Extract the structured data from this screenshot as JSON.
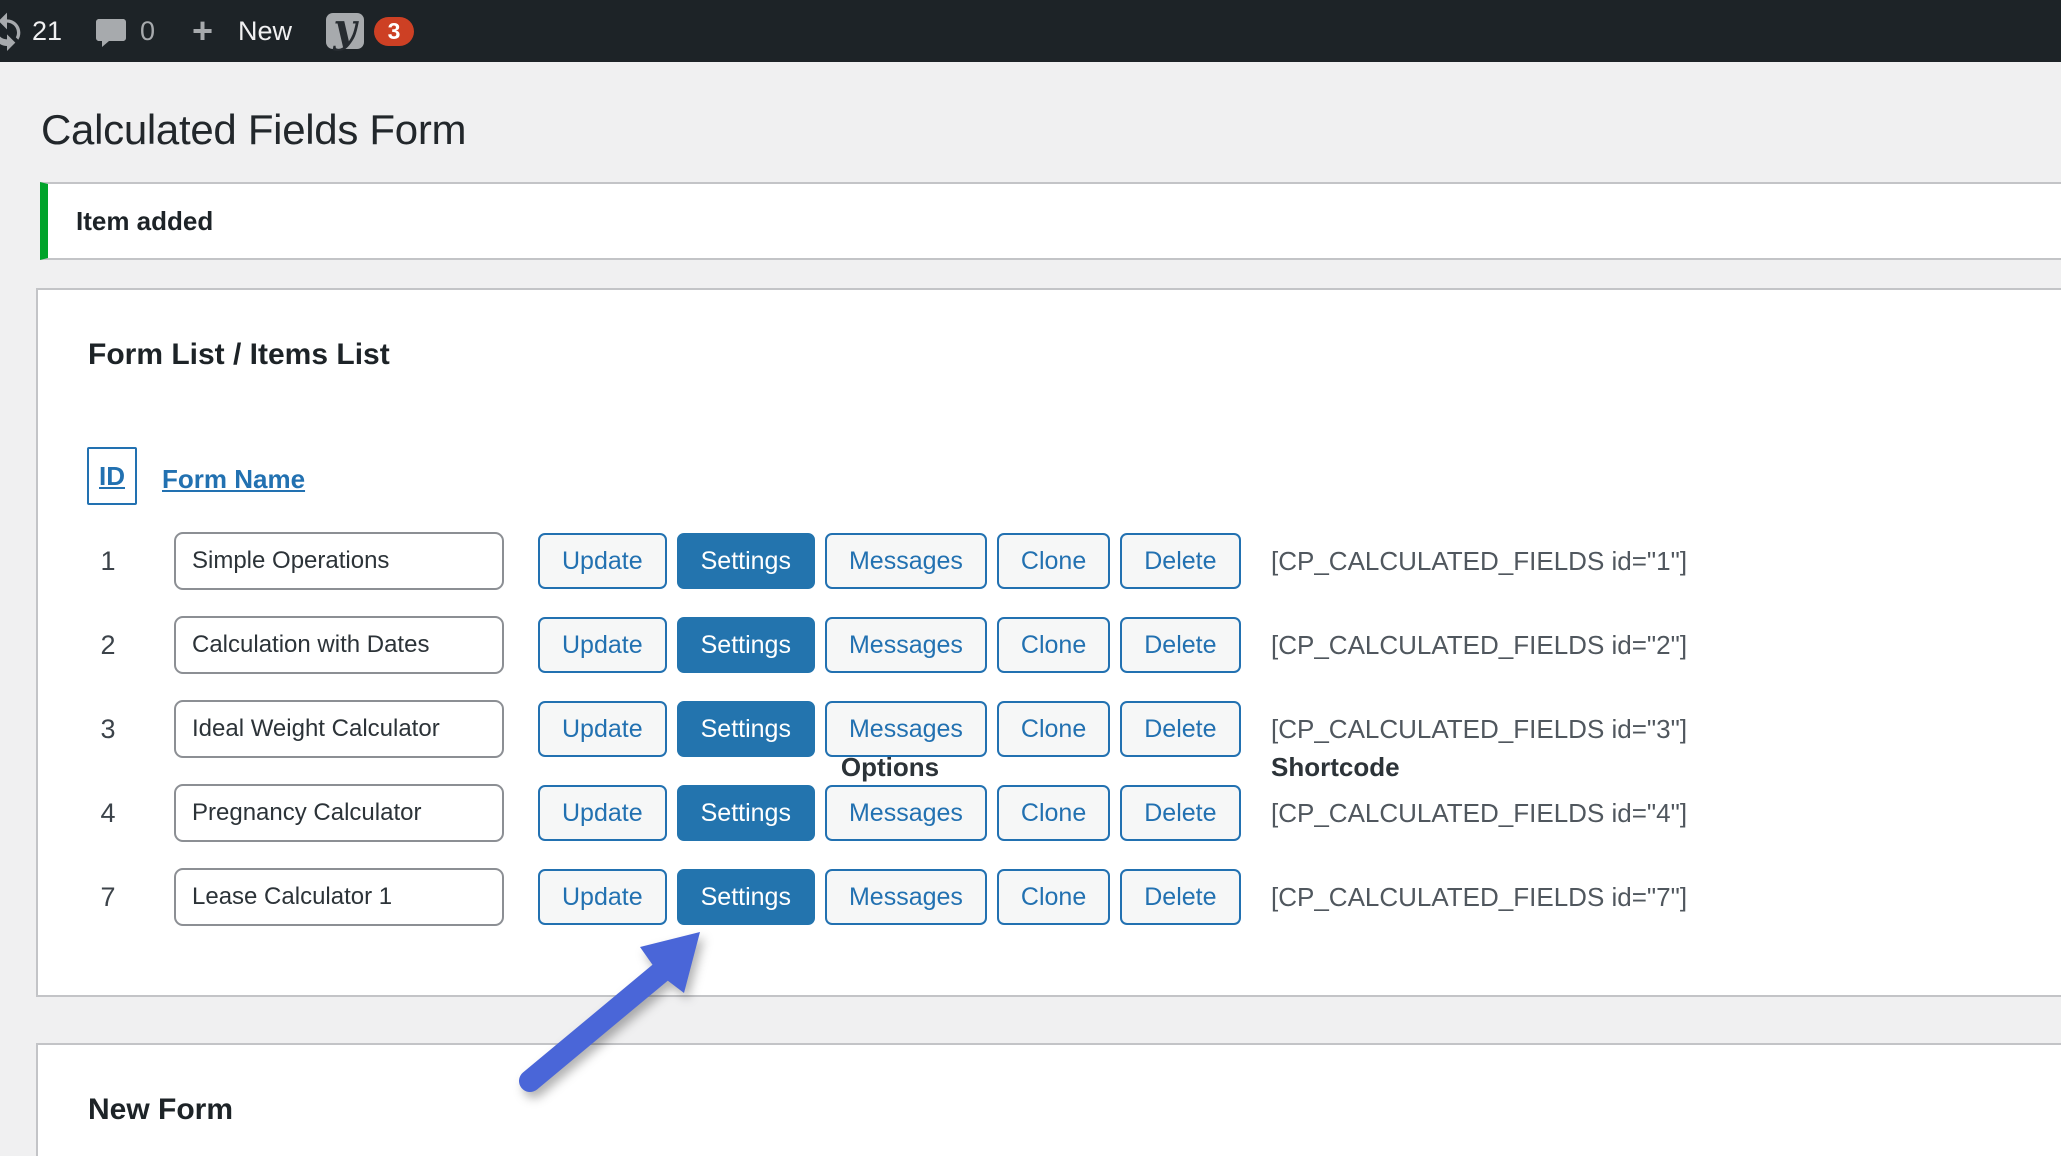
{
  "admin_bar": {
    "updates_count": "21",
    "comments_count": "0",
    "plus_glyph": "+",
    "new_label": "New",
    "yoast_glyph": "y",
    "yoast_badge": "3"
  },
  "page": {
    "title": "Calculated Fields Form",
    "notice_text": "Item added"
  },
  "form_list": {
    "heading": "Form List / Items List",
    "columns": {
      "id": "ID",
      "form_name": "Form Name",
      "options": "Options",
      "shortcode": "Shortcode"
    },
    "button_labels": [
      "Update",
      "Settings",
      "Messages",
      "Clone",
      "Delete"
    ],
    "rows": [
      {
        "id": "1",
        "name": "Simple Operations",
        "shortcode": "[CP_CALCULATED_FIELDS id=\"1\"]"
      },
      {
        "id": "2",
        "name": "Calculation with Dates",
        "shortcode": "[CP_CALCULATED_FIELDS id=\"2\"]"
      },
      {
        "id": "3",
        "name": "Ideal Weight Calculator",
        "shortcode": "[CP_CALCULATED_FIELDS id=\"3\"]"
      },
      {
        "id": "4",
        "name": "Pregnancy Calculator",
        "shortcode": "[CP_CALCULATED_FIELDS id=\"4\"]"
      },
      {
        "id": "7",
        "name": "Lease Calculator 1",
        "shortcode": "[CP_CALCULATED_FIELDS id=\"7\"]"
      }
    ]
  },
  "new_form": {
    "heading": "New Form"
  },
  "colors": {
    "accent_blue": "#2271b1",
    "button_fill_blue": "#2374ae",
    "success_green": "#00a32a",
    "badge_red": "#cd4024",
    "arrow_blue": "#4a66d8",
    "admin_bar_bg": "#1d2327"
  }
}
